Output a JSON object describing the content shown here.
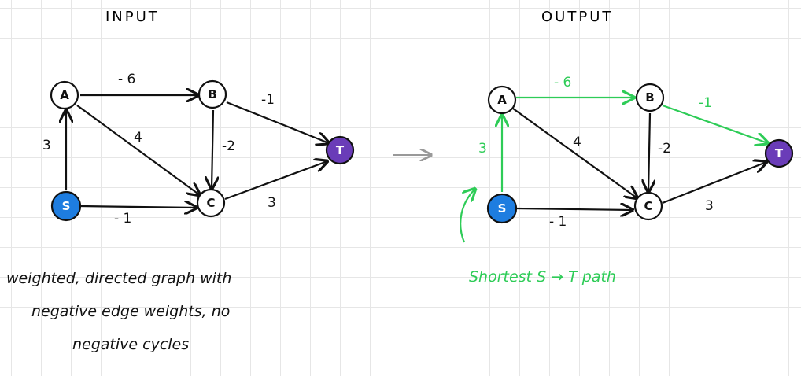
{
  "input_panel": {
    "title": "INPUT",
    "nodes": {
      "S": "S",
      "A": "A",
      "B": "B",
      "C": "C",
      "T": "T"
    },
    "weights": {
      "SA": "3",
      "AB": "- 6",
      "AC": "4",
      "BC": "-2",
      "BT": "-1",
      "SC": "- 1",
      "CT": "3"
    },
    "caption_lines": [
      "weighted, directed graph with",
      "negative edge weights, no",
      "negative cycles"
    ]
  },
  "output_panel": {
    "title": "OUTPUT",
    "nodes": {
      "S": "S",
      "A": "A",
      "B": "B",
      "C": "C",
      "T": "T"
    },
    "weights": {
      "SA": "3",
      "AB": "- 6",
      "AC": "4",
      "BC": "-2",
      "BT": "-1",
      "SC": "- 1",
      "CT": "3"
    },
    "caption": "Shortest S → T path"
  },
  "colors": {
    "source_node": "#1e7de0",
    "target_node": "#6a3cb8",
    "highlight": "#2ecc57",
    "arrow_between_panels": "#999999"
  }
}
